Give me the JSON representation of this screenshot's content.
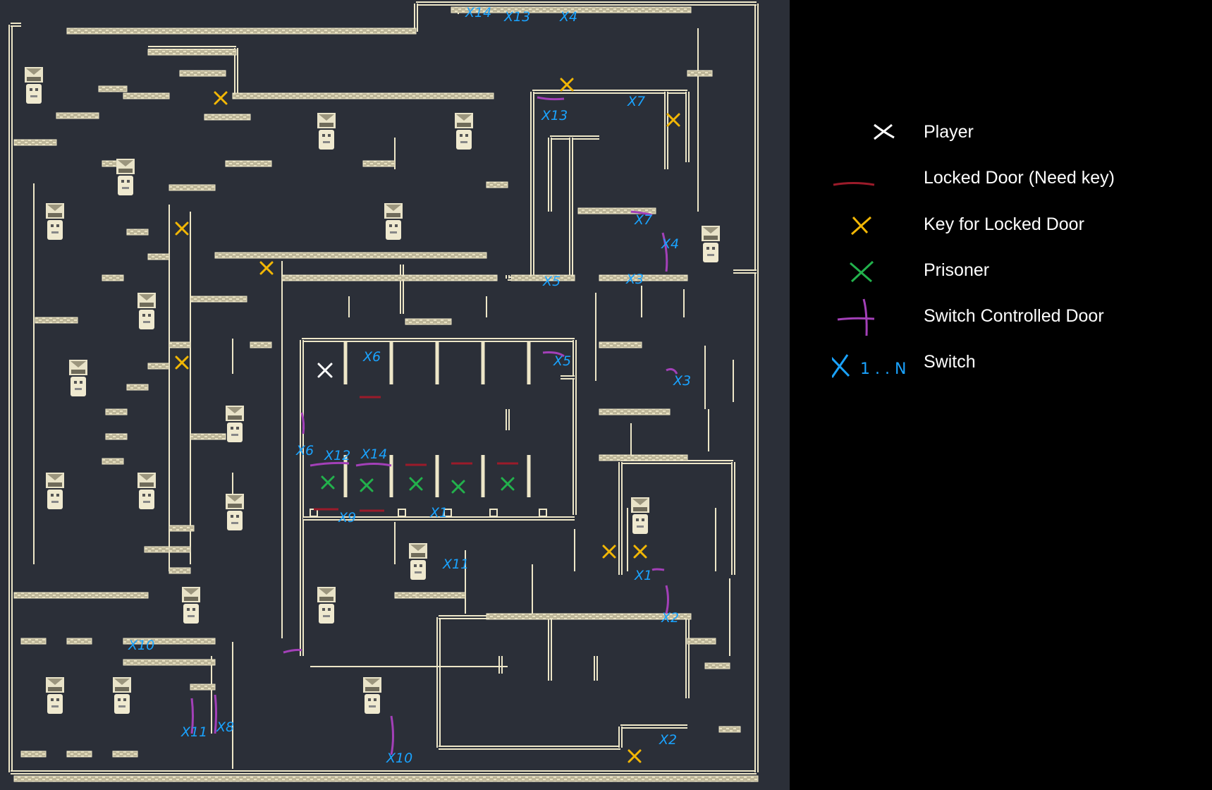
{
  "colors": {
    "background": "#2b2f38",
    "wall": "#eee7c8",
    "brick": "#c9c2a4",
    "player": "#ffffff",
    "locked_door": "#9b1b2a",
    "key": "#f2b705",
    "prisoner": "#22b14c",
    "switch_door": "#a340b8",
    "switch": "#1aa3ff",
    "legend_background": "#000000",
    "legend_text": "#ffffff"
  },
  "legend": {
    "player": "Player",
    "locked_door": "Locked Door (Need key)",
    "key": "Key for Locked Door",
    "prisoner": "Prisoner",
    "switch_door": "Switch Controlled Door",
    "switch": "Switch",
    "switch_symbol_sub": "1 . . N"
  },
  "map": {
    "switch_labels": [
      "X14",
      "X13",
      "X4",
      "X13",
      "X7",
      "X7",
      "X4",
      "X3",
      "X5",
      "X6",
      "X5",
      "X3",
      "X6",
      "X12",
      "X14",
      "X9",
      "X1",
      "X11",
      "X1",
      "X2",
      "X10",
      "X11",
      "X8",
      "X10",
      "X2"
    ]
  }
}
